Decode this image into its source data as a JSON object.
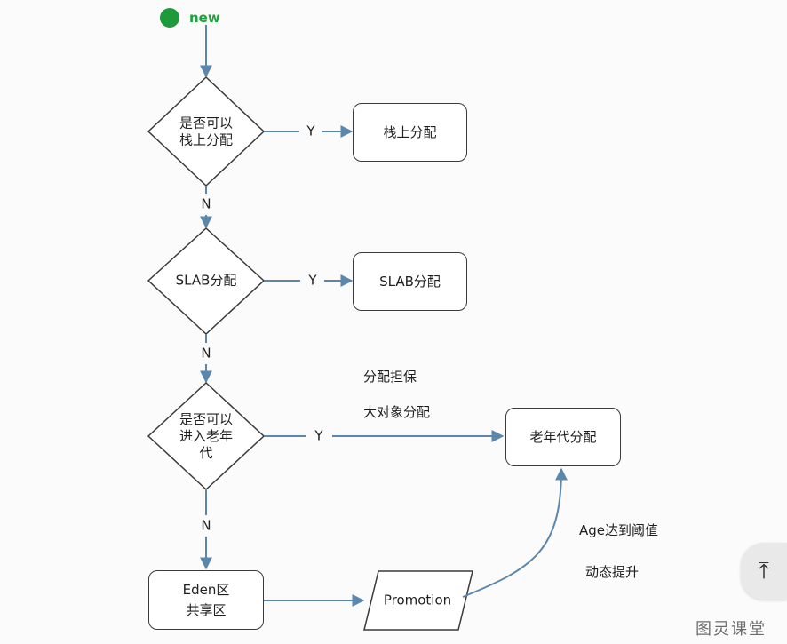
{
  "start_label": "new",
  "decisions": {
    "stack": "是否可以\n栈上分配",
    "slab": "SLAB分配",
    "old": "是否可以\n进入老年\n代"
  },
  "boxes": {
    "stack": "栈上分配",
    "slab": "SLAB分配",
    "old": "老年代分配",
    "eden": "Eden区\n共享区"
  },
  "promotion": "Promotion",
  "edge_labels": {
    "y1": "Y",
    "y2": "Y",
    "y3": "Y",
    "n1": "N",
    "n2": "N",
    "n3": "N"
  },
  "notes": {
    "guarantee": "分配担保",
    "large_object": "大对象分配",
    "age_threshold": "Age达到阈值",
    "dynamic_promotion": "动态提升"
  },
  "watermark": "图灵课堂",
  "colors": {
    "arrow": "#5b87ad",
    "start": "#1c9a3c",
    "border": "#3a3a3a"
  }
}
